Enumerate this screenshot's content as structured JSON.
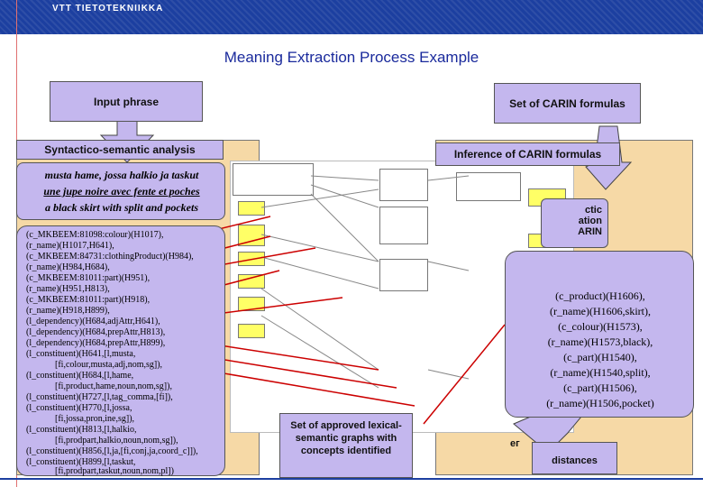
{
  "header": {
    "brand": "VTT TIETOTEKNIIKKA",
    "title": "Meaning Extraction Process Example"
  },
  "boxes": {
    "input_phrase": "Input phrase",
    "carin_formulas": "Set of CARIN formulas",
    "syntactic_analysis": "Syntactico-semantic analysis",
    "inference": "Inference of CARIN  formulas",
    "approved_graphs": "Set of approved lexical-semantic graphs with concepts identified",
    "partial_right": [
      "ctic",
      "ation",
      "ARIN"
    ],
    "bottom_right": [
      "distances"
    ],
    "bottom_right_cut": "ег"
  },
  "phrases": [
    "musta hame, jossa halkio ja taskut",
    "une jupe noire avec fente et poches",
    "a black skirt with split and pockets"
  ],
  "analysis_lines": [
    "(c_MKBEEM:81098:colour)(H1017),",
    "(r_name)(H1017,H641),",
    "(c_MKBEEM:84731:clothingProduct)(H984),",
    "(r_name)(H984,H684),",
    "(c_MKBEEM:81011:part)(H951),",
    "(r_name)(H951,H813),",
    "(c_MKBEEM:81011:part)(H918),",
    "(r_name)(H918,H899),",
    "(l_dependency)(H684,adjAttr,H641),",
    "(l_dependency)(H684,prepAttr,H813),",
    "(l_dependency)(H684,prepAttr,H899),",
    "(l_constituent)(H641,[l,musta,",
    "[fi,colour,musta,adj,nom,sg]),",
    "(l_constituent)(H684,[l,hame,",
    "[fi,product,hame,noun,nom,sg]),",
    "(l_constituent)(H727,[l,tag_comma,[fi]),",
    "(l_constituent)(H770,[l,jossa,",
    "[fi,jossa,pron,ine,sg]),",
    "(l_constituent)(H813,[l,halkio,",
    "[fi,prodpart,halkio,noun,nom,sg]),",
    "(l_constituent)(H856,[l,ja,[fi,conj,ja,coord_c]]),",
    "(l_constituent)(H899,[l,taskut,",
    "[fi,prodpart,taskut,noun,nom,pl])"
  ],
  "carin_output": [
    "(c_product)(H1606),",
    "(r_name)(H1606,skirt),",
    "(c_colour)(H1573),",
    "(r_name)(H1573,black),",
    "(c_part)(H1540),",
    "(r_name)(H1540,split),",
    "(c_part)(H1506),",
    "(r_name)(H1506,pocket)"
  ],
  "colors": {
    "blue": "#1c3fa0",
    "lavender": "#c4b7ee",
    "tan": "#f6d9a6",
    "red_arrow": "#cc0000"
  }
}
